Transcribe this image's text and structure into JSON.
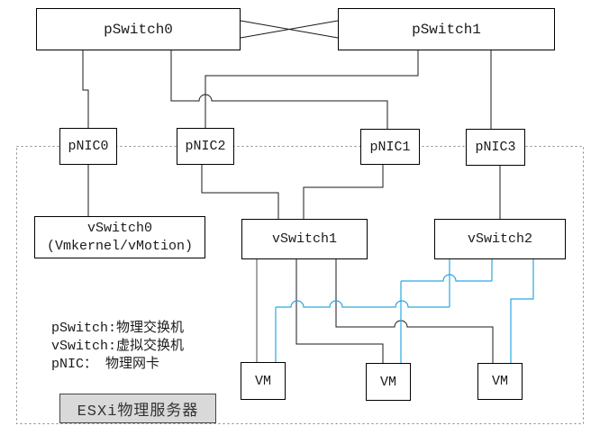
{
  "diagram": {
    "nodes": {
      "pswitch0": {
        "label": "pSwitch0"
      },
      "pswitch1": {
        "label": "pSwitch1"
      },
      "pnic0": {
        "label": "pNIC0"
      },
      "pnic2": {
        "label": "pNIC2"
      },
      "pnic1": {
        "label": "pNIC1"
      },
      "pnic3": {
        "label": "pNIC3"
      },
      "vswitch0": {
        "label": "vSwitch0",
        "sublabel": "(Vmkernel/vMotion)"
      },
      "vswitch1": {
        "label": "vSwitch1"
      },
      "vswitch2": {
        "label": "vSwitch2"
      },
      "vm1": {
        "label": "VM"
      },
      "vm2": {
        "label": "VM"
      },
      "vm3": {
        "label": "VM"
      }
    },
    "legend": {
      "pswitch": "pSwitch:物理交换机",
      "vswitch": "vSwitch:虚拟交换机",
      "pnic": "pNIC： 物理网卡"
    },
    "server_label": "ESXi物理服务器",
    "colors": {
      "link": "#1a1a1a",
      "link_alt": "#29a9e1",
      "link_gray": "#4d4d4d",
      "boundary": "#858585",
      "server_fill": "#d9d9d9"
    }
  }
}
